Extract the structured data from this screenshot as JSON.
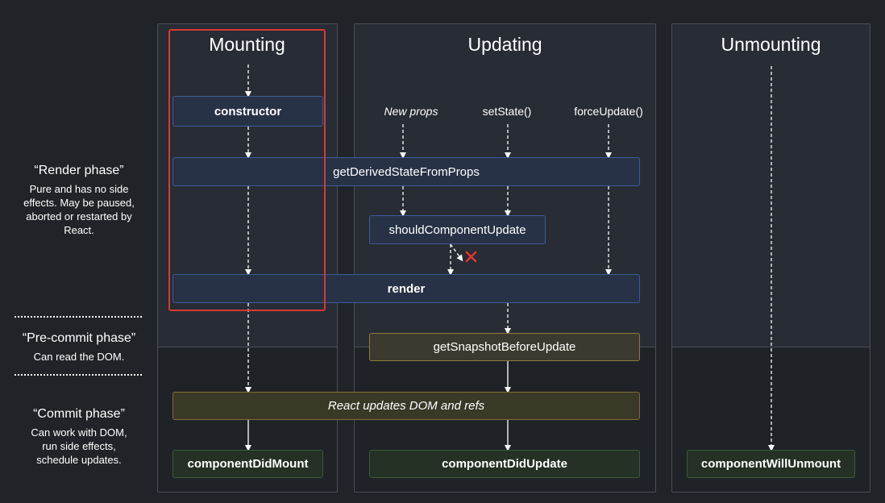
{
  "columns": {
    "mounting": "Mounting",
    "updating": "Updating",
    "unmounting": "Unmounting"
  },
  "phases": {
    "render": {
      "title": "“Render phase”",
      "desc": "Pure and has no side effects. May be paused, aborted or restarted by React."
    },
    "precommit": {
      "title": "“Pre-commit phase”",
      "desc": "Can read the DOM."
    },
    "commit": {
      "title": "“Commit phase”",
      "desc": "Can work with DOM, run side effects, schedule updates."
    }
  },
  "triggers": {
    "new_props": "New props",
    "set_state": "setState()",
    "force_update": "forceUpdate()"
  },
  "methods": {
    "constructor": "constructor",
    "get_derived_state": "getDerivedStateFromProps",
    "should_update": "shouldComponentUpdate",
    "render": "render",
    "get_snapshot": "getSnapshotBeforeUpdate",
    "react_updates": "React updates DOM and refs",
    "did_mount": "componentDidMount",
    "did_update": "componentDidUpdate",
    "will_unmount": "componentWillUnmount"
  },
  "colors": {
    "background": "#202327",
    "render_border": "#3b5c9a",
    "precommit_border": "#8d7b3e",
    "commit_border": "#7c6d3a",
    "did_border": "#3d5a3d",
    "highlight": "#d43a33",
    "cancel_mark": "#e5322d"
  },
  "icons": {
    "cancel": "x-mark-icon"
  }
}
